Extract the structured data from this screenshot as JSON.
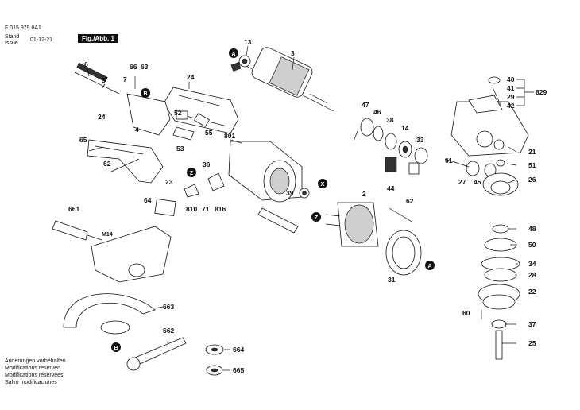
{
  "header": {
    "doc_number": "F 015 979 0A1",
    "stand_label_1": "Stand",
    "stand_label_2": "Issue",
    "date": "01-12-21",
    "figure": "Fig./Abb. 1"
  },
  "footer": {
    "lines": [
      "Änderungen vorbehalten",
      "Modifications reserved",
      "Modifications réservées",
      "Salvo modificaciones"
    ]
  },
  "callouts": [
    "A",
    "B",
    "Z",
    "X"
  ],
  "parts": {
    "p13": "13",
    "p3": "3",
    "p6": "6",
    "p5": "5",
    "p66": "66",
    "p63": "63",
    "p7": "7",
    "p24a": "24",
    "p4": "4",
    "p52": "52",
    "p53": "53",
    "p55": "55",
    "p24b": "24",
    "p65": "65",
    "p62a": "62",
    "p801": "801",
    "p47": "47",
    "p46": "46",
    "p38": "38",
    "p14": "14",
    "p33": "33",
    "p36": "36",
    "p23": "23",
    "p810": "810",
    "p71": "71",
    "p816": "816",
    "p64": "64",
    "p39": "39",
    "p2": "2",
    "p44": "44",
    "p62b": "62",
    "p661": "661",
    "m14": "M14",
    "p31": "31",
    "p663": "663",
    "p662": "662",
    "p664": "664",
    "p665": "665",
    "p40": "40",
    "p41": "41",
    "p29": "29",
    "p42": "42",
    "p829": "829",
    "p21": "21",
    "p61": "61",
    "p51": "51",
    "p27": "27",
    "p45": "45",
    "p26": "26",
    "p48": "48",
    "p50": "50",
    "p34": "34",
    "p28": "28",
    "p22": "22",
    "p60": "60",
    "p37": "37",
    "p25": "25"
  }
}
